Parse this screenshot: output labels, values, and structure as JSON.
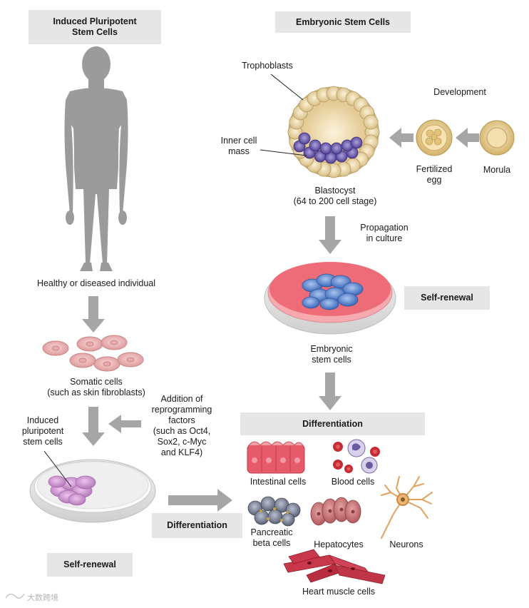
{
  "headers": {
    "ipsc": "Induced Pluripotent\nStem Cells",
    "esc": "Embryonic Stem Cells"
  },
  "labels": {
    "trophoblasts": "Trophoblasts",
    "development": "Development",
    "inner_cell_mass": "Inner cell\nmass",
    "fertilized_egg": "Fertilized\negg",
    "morula": "Morula",
    "blastocyst": "Blastocyst\n(64 to 200 cell stage)",
    "propagation": "Propagation\nin culture",
    "healthy_individual": "Healthy or diseased individual",
    "somatic_cells": "Somatic cells\n(such as skin fibroblasts)",
    "reprogramming": "Addition of\nreprogramming\nfactors\n(such as Oct4,\nSox2, c-Myc\nand KLF4)",
    "induced_pluripotent": "Induced\npluripotent\nstem cells",
    "embryonic_stem_cells": "Embryonic\nstem cells",
    "intestinal": "Intestinal cells",
    "blood": "Blood cells",
    "pancreatic": "Pancreatic\nbeta cells",
    "hepatocytes": "Hepatocytes",
    "neurons": "Neurons",
    "heart_muscle": "Heart muscle cells"
  },
  "boxes": {
    "self_renewal_right": "Self-renewal",
    "self_renewal_left": "Self-renewal",
    "differentiation_top": "Differentiation",
    "differentiation_left": "Differentiation"
  },
  "watermark": "大数跨境",
  "colors": {
    "header_bg": "#e6e6e6",
    "arrow": "#a6a6a6",
    "body_silhouette": "#9b9b9b",
    "somatic_cell": "#e8a8aa",
    "ipsc_colony": "#c58ac8",
    "esc_colony": "#4f7fc9",
    "culture_medium": "#ee6c78",
    "inner_cell_mass": "#6a5aa8",
    "trophoblast": "#f1dfb4"
  }
}
